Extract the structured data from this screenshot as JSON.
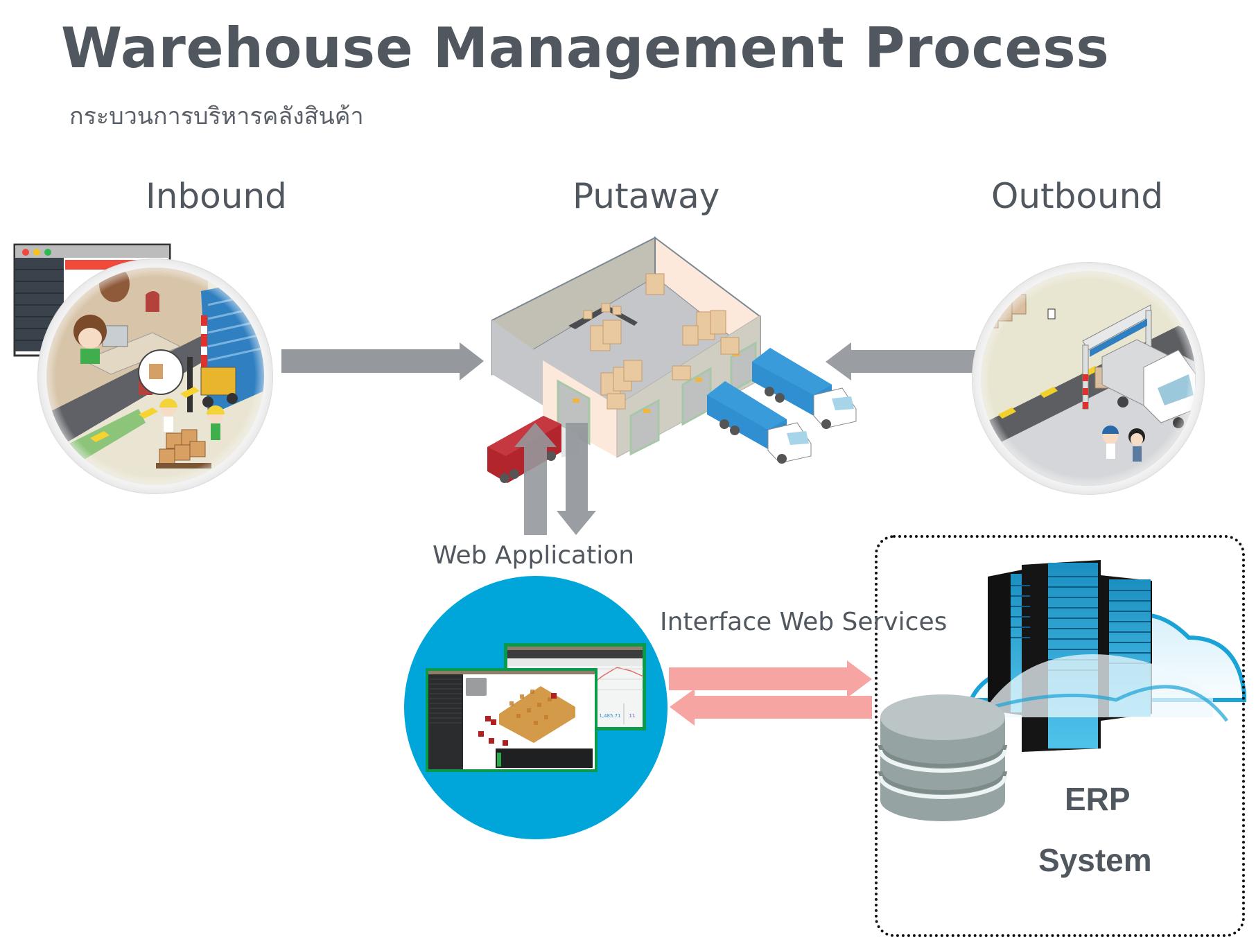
{
  "header": {
    "title": "Warehouse Management Process",
    "subtitle": "กระบวนการบริหารคลังสินค้า"
  },
  "stages": {
    "inbound": {
      "label": "Inbound",
      "icon": "inbound-office-illustration-icon"
    },
    "putaway": {
      "label": "Putaway",
      "icon": "warehouse-isometric-icon"
    },
    "outbound": {
      "label": "Outbound",
      "icon": "outbound-dock-illustration-icon"
    }
  },
  "web_app": {
    "label": "Web Application",
    "dashboard": {
      "value_1": "1,485.71",
      "value_2": "11"
    }
  },
  "interface": {
    "label": "Interface Web Services"
  },
  "erp": {
    "line1": "ERP",
    "line2": "System"
  },
  "colors": {
    "text": "#50575f",
    "arrow_gray": "#95989c",
    "arrow_pink": "#f7a09e",
    "web_circle": "#00a6d9",
    "panel_border": "#0b9a4a",
    "db_gray": "#9aa6a6",
    "truck_blue": "#2f8fd0",
    "truck_red": "#b3252d"
  }
}
